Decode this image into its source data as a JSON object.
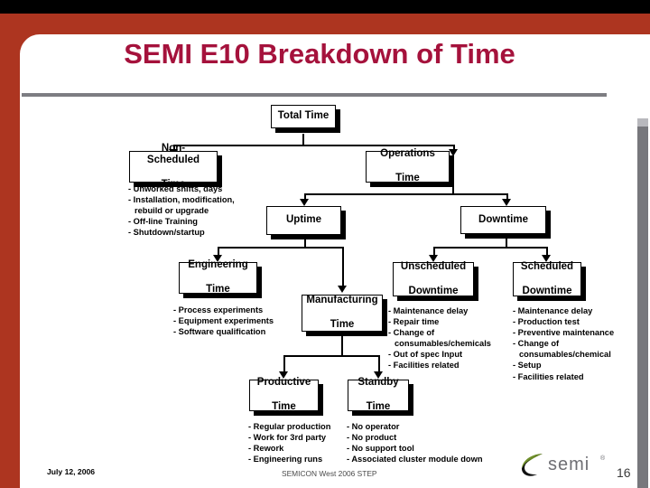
{
  "slide": {
    "title": "SEMI E10 Breakdown of Time",
    "title_color": "#a5123c",
    "accent_band_color": "#ad3520",
    "divider_color": "#7d7d82"
  },
  "diagram": {
    "nodes": [
      {
        "id": "total-time",
        "label_line1": "Total Time",
        "label_line2": ""
      },
      {
        "id": "non-scheduled-time",
        "label_line1": "Non-Scheduled",
        "label_line2": "Time"
      },
      {
        "id": "operations-time",
        "label_line1": "Operations",
        "label_line2": "Time"
      },
      {
        "id": "uptime",
        "label_line1": "Uptime",
        "label_line2": ""
      },
      {
        "id": "downtime",
        "label_line1": "Downtime",
        "label_line2": ""
      },
      {
        "id": "engineering-time",
        "label_line1": "Engineering",
        "label_line2": "Time"
      },
      {
        "id": "manufacturing-time",
        "label_line1": "Manufacturing",
        "label_line2": "Time"
      },
      {
        "id": "unscheduled-downtime",
        "label_line1": "Unscheduled",
        "label_line2": "Downtime"
      },
      {
        "id": "scheduled-downtime",
        "label_line1": "Scheduled",
        "label_line2": "Downtime"
      },
      {
        "id": "productive-time",
        "label_line1": "Productive",
        "label_line2": "Time"
      },
      {
        "id": "standby-time",
        "label_line1": "Standby",
        "label_line2": "Time"
      }
    ],
    "bullet_groups": {
      "non_scheduled_time": [
        "- Unworked shifts, days",
        "- Installation, modification,",
        "rebuild  or upgrade",
        "- Off-line Training",
        "- Shutdown/startup"
      ],
      "engineering_time": [
        "- Process experiments",
        "- Equipment experiments",
        "- Software qualification"
      ],
      "unscheduled_downtime": [
        "- Maintenance delay",
        "- Repair time",
        "- Change of",
        "consumables/chemicals",
        "- Out of spec Input",
        "- Facilities related"
      ],
      "scheduled_downtime": [
        "- Maintenance delay",
        "- Production test",
        "- Preventive maintenance",
        "- Change of",
        "consumables/chemical",
        "- Setup",
        "- Facilities related"
      ],
      "productive_time": [
        "- Regular production",
        "- Work for 3rd party",
        "- Rework",
        "- Engineering runs"
      ],
      "standby_time": [
        "- No operator",
        "- No product",
        "- No support tool",
        "- Associated cluster module down"
      ]
    }
  },
  "footer": {
    "date": "July 12, 2006",
    "center": "SEMICON West 2006 STEP",
    "page_number": "16",
    "logo_text": "semi",
    "logo_tm": "®"
  }
}
